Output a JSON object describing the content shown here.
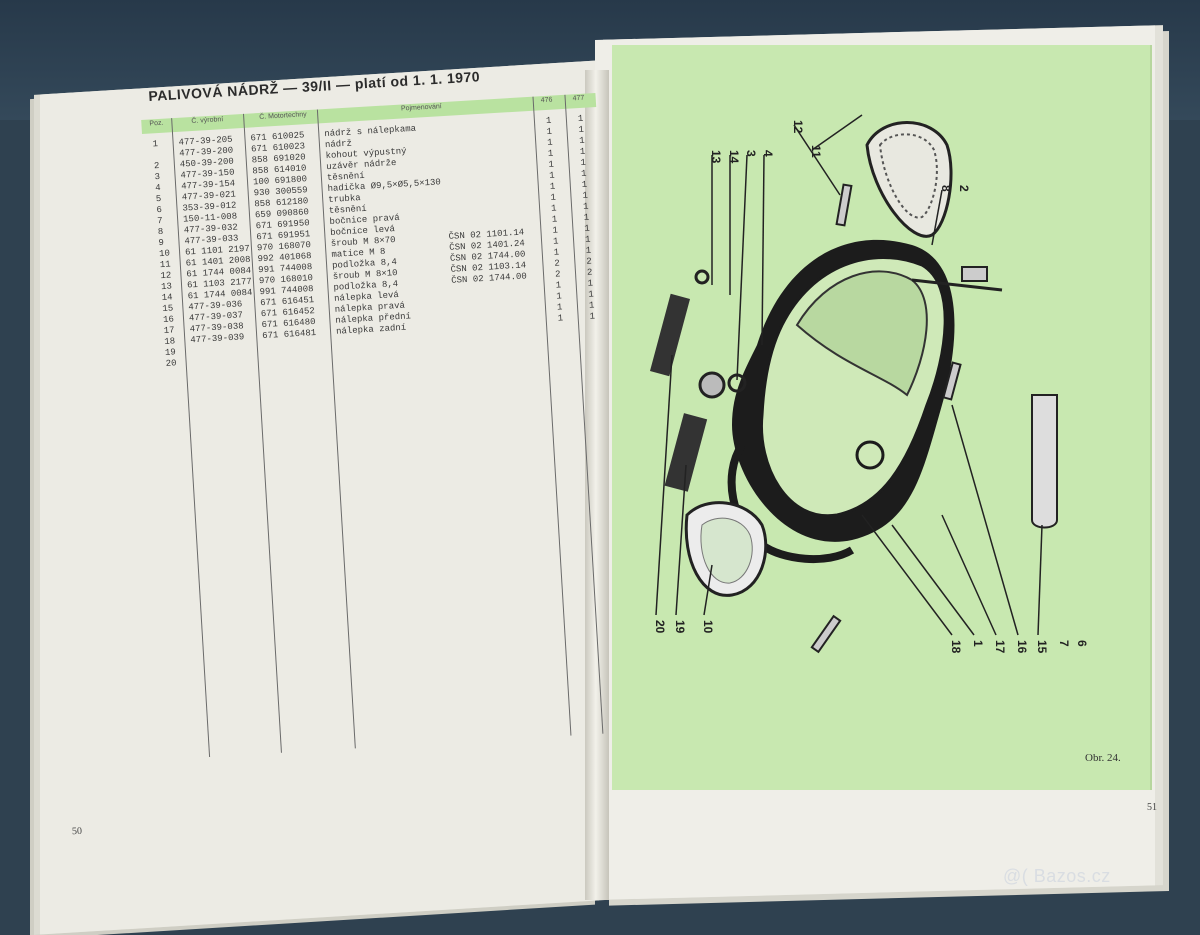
{
  "left_page": {
    "title": "PALIVOVÁ NÁDRŽ — 39/II — platí od 1. 1. 1970",
    "headers": {
      "pos": "Poz.",
      "vyrobni": "Č. výrobní",
      "motortechny": "Č. Motortechny",
      "pojmenovani": "Pojmenování",
      "col476": "476",
      "col477": "477"
    },
    "rows": [
      {
        "pos": "1",
        "vyr": "477-39-205",
        "mot": "671 610025",
        "name": "nádrž s nálepkama",
        "csn": "",
        "a": "1",
        "b": "1"
      },
      {
        "pos": "",
        "vyr": "477-39-200",
        "mot": "671 610023",
        "name": "nádrž",
        "csn": "",
        "a": "1",
        "b": "1"
      },
      {
        "pos": "2",
        "vyr": "450-39-200",
        "mot": "858 691020",
        "name": "kohout výpustný",
        "csn": "",
        "a": "1",
        "b": "1"
      },
      {
        "pos": "3",
        "vyr": "477-39-150",
        "mot": "858 614010",
        "name": "uzávěr nádrže",
        "csn": "",
        "a": "1",
        "b": "1"
      },
      {
        "pos": "4",
        "vyr": "477-39-154",
        "mot": "100 691800",
        "name": "těsnění",
        "csn": "",
        "a": "1",
        "b": "1"
      },
      {
        "pos": "5",
        "vyr": "477-39-021",
        "mot": "930 300559",
        "name": "hadička Ø9,5×Ø5,5×130",
        "csn": "",
        "a": "1",
        "b": "1"
      },
      {
        "pos": "6",
        "vyr": "353-39-012",
        "mot": "858 612180",
        "name": "trubka",
        "csn": "",
        "a": "1",
        "b": "1"
      },
      {
        "pos": "7",
        "vyr": "150-11-008",
        "mot": "659 090860",
        "name": "těsnění",
        "csn": "",
        "a": "1",
        "b": "1"
      },
      {
        "pos": "8",
        "vyr": "477-39-032",
        "mot": "671 691950",
        "name": "bočnice pravá",
        "csn": "",
        "a": "1",
        "b": "1"
      },
      {
        "pos": "9",
        "vyr": "477-39-033",
        "mot": "671 691951",
        "name": "bočnice levá",
        "csn": "",
        "a": "1",
        "b": "1"
      },
      {
        "pos": "10",
        "vyr": "61 1101 2197",
        "mot": "970 168070",
        "name": "šroub M 8×70",
        "csn": "ČSN 02 1101.14",
        "a": "1",
        "b": "1"
      },
      {
        "pos": "11",
        "vyr": "61 1401 2008",
        "mot": "992 401068",
        "name": "matice M 8",
        "csn": "ČSN 02 1401.24",
        "a": "1",
        "b": "1"
      },
      {
        "pos": "12",
        "vyr": "61 1744 0084",
        "mot": "991 744008",
        "name": "podložka 8,4",
        "csn": "ČSN 02 1744.00",
        "a": "1",
        "b": "1"
      },
      {
        "pos": "13",
        "vyr": "61 1103 2177",
        "mot": "970 168010",
        "name": "šroub M 8×10",
        "csn": "ČSN 02 1103.14",
        "a": "2",
        "b": "2"
      },
      {
        "pos": "14",
        "vyr": "61 1744 0084",
        "mot": "991 744008",
        "name": "podložka 8,4",
        "csn": "ČSN 02 1744.00",
        "a": "2",
        "b": "2"
      },
      {
        "pos": "15",
        "vyr": "477-39-036",
        "mot": "671 616451",
        "name": "nálepka levá",
        "csn": "",
        "a": "1",
        "b": "1"
      },
      {
        "pos": "16",
        "vyr": "477-39-037",
        "mot": "671 616452",
        "name": "nálepka pravá",
        "csn": "",
        "a": "1",
        "b": "1"
      },
      {
        "pos": "17",
        "vyr": "477-39-038",
        "mot": "671 616480",
        "name": "nálepka přední",
        "csn": "",
        "a": "1",
        "b": "1"
      },
      {
        "pos": "18",
        "vyr": "477-39-039",
        "mot": "671 616481",
        "name": "nálepka zadní",
        "csn": "",
        "a": "1",
        "b": "1"
      },
      {
        "pos": "19",
        "vyr": "",
        "mot": "",
        "name": "",
        "csn": "",
        "a": "",
        "b": ""
      },
      {
        "pos": "20",
        "vyr": "",
        "mot": "",
        "name": "",
        "csn": "",
        "a": "",
        "b": ""
      }
    ],
    "page_number": "50"
  },
  "right_page": {
    "caption": "Obr. 24.",
    "page_number": "51",
    "callouts": [
      "13",
      "14",
      "3",
      "4",
      "12",
      "11",
      "8",
      "2",
      "20",
      "19",
      "10",
      "18",
      "1",
      "17",
      "16",
      "15",
      "7",
      "6"
    ]
  },
  "watermark": "@( Bazos.cz",
  "colors": {
    "green_panel": "#c8e8b0",
    "header_band": "#b9e2a0",
    "background": "#2f4150"
  }
}
